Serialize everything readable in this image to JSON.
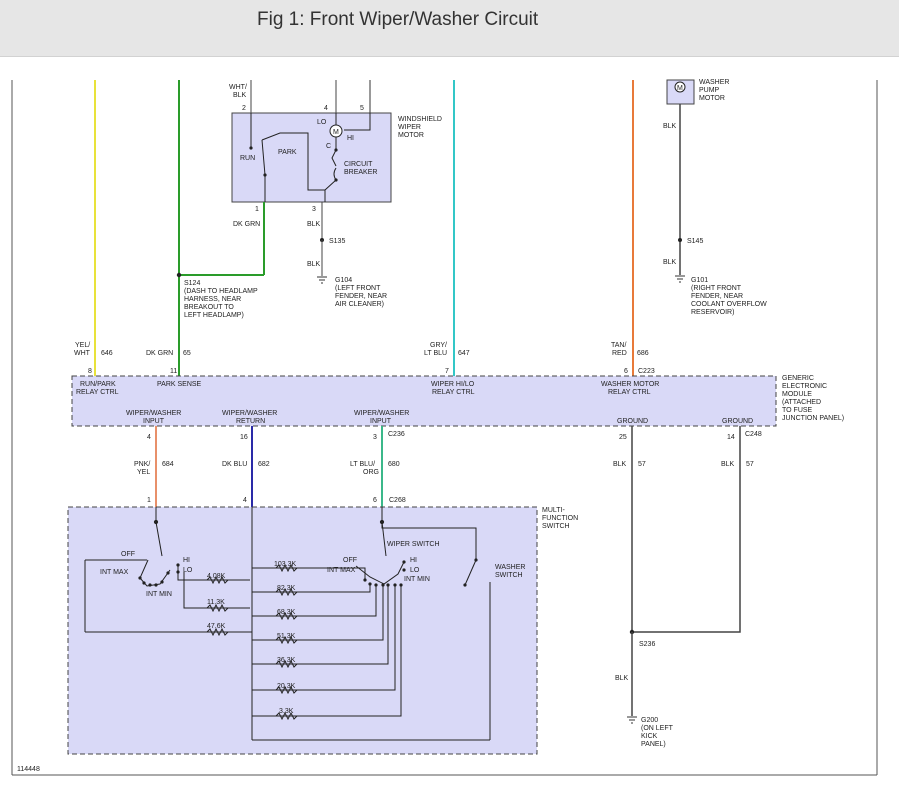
{
  "header": {
    "title": "Fig 1: Front Wiper/Washer Circuit"
  },
  "figure_id": "114448",
  "colors": {
    "box_fill": "#d9d9f7",
    "yellow": "#e8e23a",
    "green": "#2a9c2a",
    "cyan": "#33c7c7",
    "orange": "#e87a3a",
    "blue": "#2a2aa8",
    "teal": "#3bb88a",
    "pink": "#e8906a"
  },
  "wiper_motor": {
    "name_lines": [
      "WINDSHIELD",
      "WIPER",
      "MOTOR"
    ],
    "wire_top": [
      "WHT/",
      "BLK"
    ],
    "pins_top": [
      "2",
      "4",
      "5"
    ],
    "labels": {
      "lo": "LO",
      "hi": "HI",
      "c": "C",
      "motor": "M",
      "run": "RUN",
      "park": "PARK",
      "cb1": "CIRCUIT",
      "cb2": "BREAKER"
    },
    "pins_bottom": [
      "1",
      "3"
    ],
    "wire_dkgrn": "DK GRN",
    "wire_blk": "BLK"
  },
  "splices": {
    "s135": "S135",
    "g104_lines": [
      "G104",
      "(LEFT FRONT",
      "FENDER, NEAR",
      "AIR CLEANER)"
    ],
    "s124_lines": [
      "S124",
      "(DASH TO HEADLAMP",
      "HARNESS, NEAR",
      "BREAKOUT TO",
      "LEFT HEADLAMP)"
    ],
    "s145": "S145",
    "g101_lines": [
      "G101",
      "(RIGHT FRONT",
      "FENDER, NEAR",
      "COOLANT OVERFLOW",
      "RESERVOIR)"
    ],
    "s236": "S236",
    "g200_lines": [
      "G200",
      "(ON LEFT",
      "KICK",
      "PANEL)"
    ],
    "blk": "BLK"
  },
  "washer_pump": {
    "name_lines": [
      "WASHER",
      "PUMP",
      "MOTOR"
    ],
    "motor": "M",
    "wire": "BLK"
  },
  "gem_wires": [
    {
      "color_lines": [
        "YEL/",
        "WHT"
      ],
      "circuit": "646",
      "pin": "8",
      "label_lines": [
        "RUN/PARK",
        "RELAY CTRL"
      ]
    },
    {
      "color_lines": [
        "DK GRN"
      ],
      "circuit": "65",
      "pin": "11",
      "label_lines": [
        "PARK SENSE"
      ]
    },
    {
      "color_lines": [
        "GRY/",
        "LT BLU"
      ],
      "circuit": "647",
      "pin": "7",
      "label_lines": [
        "WIPER HI/LO",
        "RELAY CTRL"
      ]
    },
    {
      "color_lines": [
        "TAN/",
        "RED"
      ],
      "circuit": "686",
      "pin": "6",
      "label_lines": [
        "WASHER MOTOR",
        "RELAY CTRL"
      ]
    }
  ],
  "gem": {
    "name_lines": [
      "GENERIC",
      "ELECTRONIC",
      "MODULE",
      "(ATTACHED",
      "TO FUSE",
      "JUNCTION PANEL)"
    ],
    "connector_top": "C223",
    "connector_bottom": "C236",
    "connector_bottom2": "C248",
    "bottom_pins": [
      {
        "label_lines": [
          "WIPER/WASHER",
          "INPUT"
        ],
        "pin": "4",
        "color_lines": [
          "PNK/",
          "YEL"
        ],
        "circuit": "684",
        "mfs_pin": "1"
      },
      {
        "label_lines": [
          "WIPER/WASHER",
          "RETURN"
        ],
        "pin": "16",
        "color_lines": [
          "DK BLU"
        ],
        "circuit": "682",
        "mfs_pin": "4"
      },
      {
        "label_lines": [
          "WIPER/WASHER",
          "INPUT"
        ],
        "pin": "3",
        "color_lines": [
          "LT BLU/",
          "ORG"
        ],
        "circuit": "680",
        "mfs_pin": "6"
      },
      {
        "label_lines": [
          "GROUND"
        ],
        "pin": "25",
        "color_lines": [
          "BLK"
        ],
        "circuit": "57"
      },
      {
        "label_lines": [
          "GROUND"
        ],
        "pin": "14",
        "color_lines": [
          "BLK"
        ],
        "circuit": "57"
      }
    ]
  },
  "mfs": {
    "name_lines": [
      "MULTI-",
      "FUNCTION",
      "SWITCH"
    ],
    "connector": "C268",
    "left_switch": {
      "off": "OFF",
      "hi": "HI",
      "lo": "LO",
      "int_max": "INT MAX",
      "int_min": "INT MIN"
    },
    "wiper_switch": "WIPER SWITCH",
    "right_switch": {
      "off": "OFF",
      "hi": "HI",
      "lo": "LO",
      "int_max": "INT MAX",
      "int_min": "INT MIN"
    },
    "washer_switch_lines": [
      "WASHER",
      "SWITCH"
    ],
    "resistors_left": [
      "4.08K",
      "11.3K",
      "47.6K"
    ],
    "resistors_mid": [
      "103.3K",
      "82.3K",
      "68.3K",
      "51.3K",
      "36.3K",
      "20.3K",
      "3.3K"
    ]
  }
}
